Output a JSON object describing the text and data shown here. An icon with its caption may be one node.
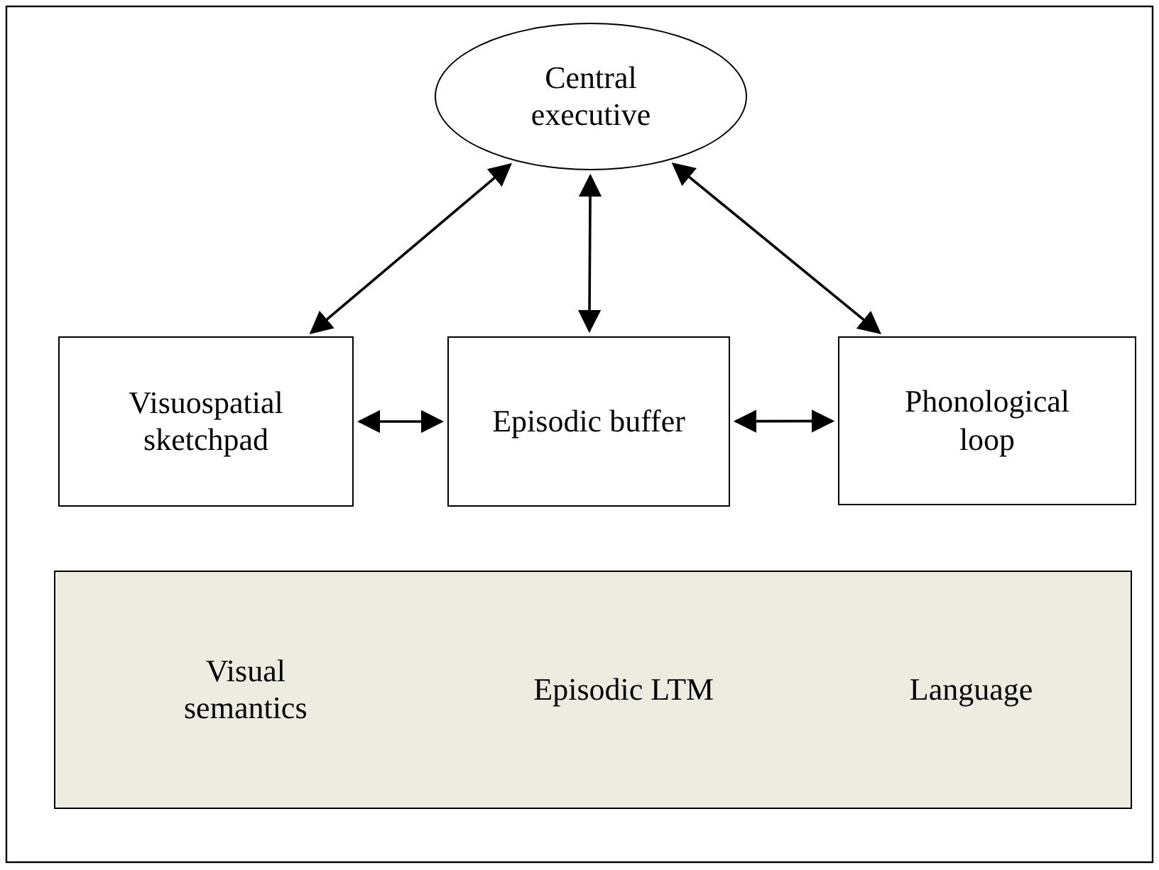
{
  "diagram": {
    "nodes": [
      {
        "text": [
          "Central executive"
        ]
      },
      {
        "text": [
          "Visuospatial sketchpad"
        ]
      },
      {
        "text": [
          "Episodic buffer"
        ]
      },
      {
        "text": [
          "Phonological loop"
        ]
      },
      {
        "text": [
          "Visual semantics",
          "Episodic LTM",
          "Language"
        ]
      }
    ],
    "edges": [
      {
        "from": 0,
        "to": 1,
        "arrow": "both"
      },
      {
        "from": 0,
        "to": 2,
        "arrow": "both"
      },
      {
        "from": 0,
        "to": 3,
        "arrow": "both"
      },
      {
        "from": 1,
        "to": 2,
        "arrow": "both"
      },
      {
        "from": 2,
        "to": 3,
        "arrow": "both"
      }
    ]
  }
}
